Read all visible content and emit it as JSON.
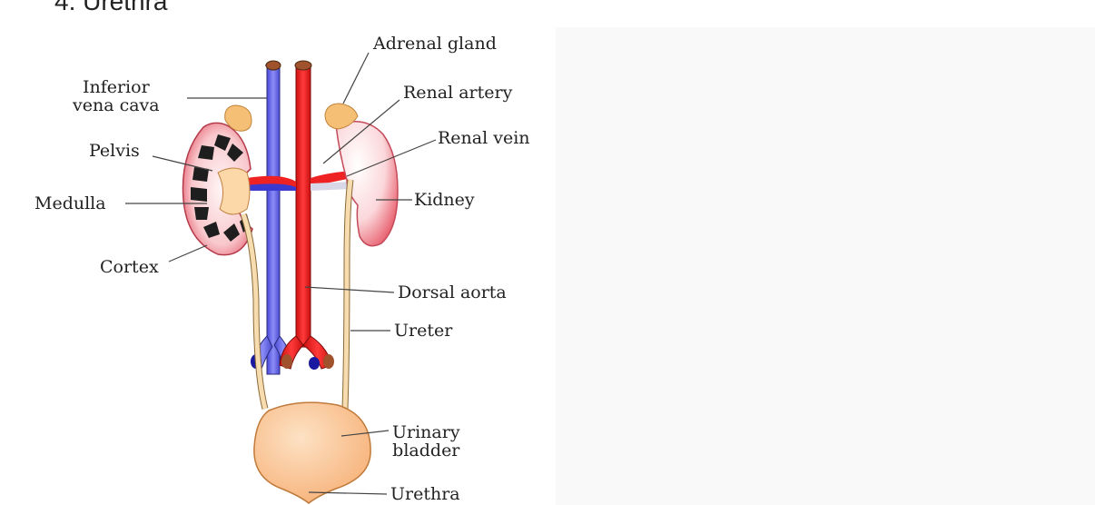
{
  "header": {
    "partial_text": "4. Urethra",
    "watermark_text": "~~~ ~~~~ ~~~~~"
  },
  "diagram": {
    "labels": {
      "adrenal_gland": "Adrenal gland",
      "inferior_vena_cava": "Inferior\nvena cava",
      "renal_artery": "Renal artery",
      "renal_vein": "Renal vein",
      "pelvis": "Pelvis",
      "medulla": "Medulla",
      "kidney": "Kidney",
      "cortex": "Cortex",
      "dorsal_aorta": "Dorsal aorta",
      "ureter": "Ureter",
      "urinary_bladder": "Urinary\nbladder",
      "urethra": "Urethra"
    },
    "colors": {
      "vena_cava": "#6b6bf0",
      "aorta": "#ee2222",
      "kidney_pink": "#f4a7b0",
      "adrenal": "#f5c07a",
      "bladder": "#fcc896",
      "medulla_dark": "#222222",
      "ureter": "#f7dcb0"
    }
  }
}
